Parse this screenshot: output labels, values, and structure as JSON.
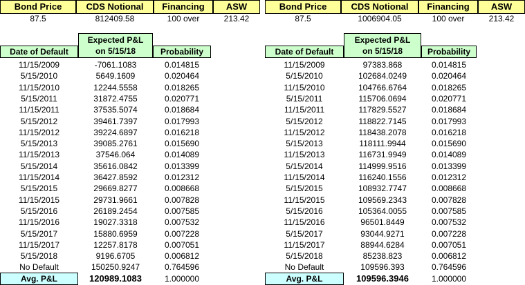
{
  "labels": {
    "bond_price": "Bond Price",
    "cds_notional": "CDS Notional",
    "financing": "Financing",
    "asw": "ASW",
    "date_of_default": "Date of Default",
    "expected_pl_line1": "Expected P&L",
    "expected_pl_line2": "on 5/15/18",
    "probability": "Probability",
    "avg_pl": "Avg. P&L"
  },
  "left": {
    "bond_price": "87.5",
    "cds_notional": "812409.58",
    "financing": "100 over",
    "asw": "213.42",
    "rows": [
      [
        "11/15/2009",
        "-7061.1083",
        "0.014815"
      ],
      [
        "5/15/2010",
        "5649.1609",
        "0.020464"
      ],
      [
        "11/15/2010",
        "12244.5558",
        "0.018265"
      ],
      [
        "5/15/2011",
        "31872.4755",
        "0.020771"
      ],
      [
        "11/15/2011",
        "37535.5074",
        "0.018684"
      ],
      [
        "5/15/2012",
        "39461.7397",
        "0.017993"
      ],
      [
        "11/15/2012",
        "39224.6897",
        "0.016218"
      ],
      [
        "5/15/2013",
        "39085.2761",
        "0.015690"
      ],
      [
        "11/15/2013",
        "37546.064",
        "0.014089"
      ],
      [
        "5/15/2014",
        "35616.0842",
        "0.013399"
      ],
      [
        "11/15/2014",
        "36427.8592",
        "0.012312"
      ],
      [
        "5/15/2015",
        "29669.8277",
        "0.008668"
      ],
      [
        "11/15/2015",
        "29731.9661",
        "0.007828"
      ],
      [
        "5/15/2016",
        "26189.2454",
        "0.007585"
      ],
      [
        "11/15/2016",
        "19027.3318",
        "0.007532"
      ],
      [
        "5/15/2017",
        "15880.6959",
        "0.007228"
      ],
      [
        "11/15/2017",
        "12257.8178",
        "0.007051"
      ],
      [
        "5/15/2018",
        "9196.6705",
        "0.006812"
      ],
      [
        "No Default",
        "150250.9247",
        "0.764596"
      ]
    ],
    "avg_value": "120989.1083",
    "avg_prob": "1.000000"
  },
  "right": {
    "bond_price": "87.5",
    "cds_notional": "1006904.05",
    "financing": "100 over",
    "asw": "213.42",
    "rows": [
      [
        "11/15/2009",
        "97383.868",
        "0.014815"
      ],
      [
        "5/15/2010",
        "102684.0249",
        "0.020464"
      ],
      [
        "11/15/2010",
        "104766.6764",
        "0.018265"
      ],
      [
        "5/15/2011",
        "115706.0694",
        "0.020771"
      ],
      [
        "11/15/2011",
        "117829.5527",
        "0.018684"
      ],
      [
        "5/15/2012",
        "118822.7145",
        "0.017993"
      ],
      [
        "11/15/2012",
        "118438.2078",
        "0.016218"
      ],
      [
        "5/15/2013",
        "118111.9944",
        "0.015690"
      ],
      [
        "11/15/2013",
        "116731.9949",
        "0.014089"
      ],
      [
        "5/15/2014",
        "114999.9516",
        "0.013399"
      ],
      [
        "11/15/2014",
        "116240.1556",
        "0.012312"
      ],
      [
        "5/15/2015",
        "108932.7747",
        "0.008668"
      ],
      [
        "11/15/2015",
        "109569.2343",
        "0.007828"
      ],
      [
        "5/15/2016",
        "105364.0055",
        "0.007585"
      ],
      [
        "11/15/2016",
        "96501.8449",
        "0.007532"
      ],
      [
        "5/15/2017",
        "93044.9271",
        "0.007228"
      ],
      [
        "11/15/2017",
        "88944.6284",
        "0.007051"
      ],
      [
        "5/15/2018",
        "85238.823",
        "0.006812"
      ],
      [
        "No Default",
        "109596.393",
        "0.764596"
      ]
    ],
    "avg_value": "109596.3946",
    "avg_prob": "1.000000"
  }
}
